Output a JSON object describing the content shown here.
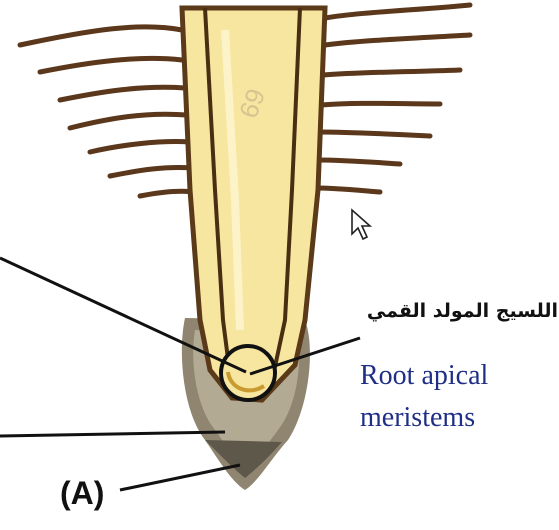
{
  "labels": {
    "arabic": "اللسيج المولد القمي",
    "english_line1": "Root apical",
    "english_line2": "meristems",
    "part_a": "(A)"
  },
  "faint_marking": "69",
  "colors": {
    "root_body": "#f7e6a0",
    "root_outline": "#5a3a18",
    "root_hairs": "#5b371b",
    "root_cap": "#8f8570",
    "label_blue": "#1f2f86",
    "leader_lines": "#111111"
  },
  "icons": [
    "mouse-cursor-icon"
  ]
}
